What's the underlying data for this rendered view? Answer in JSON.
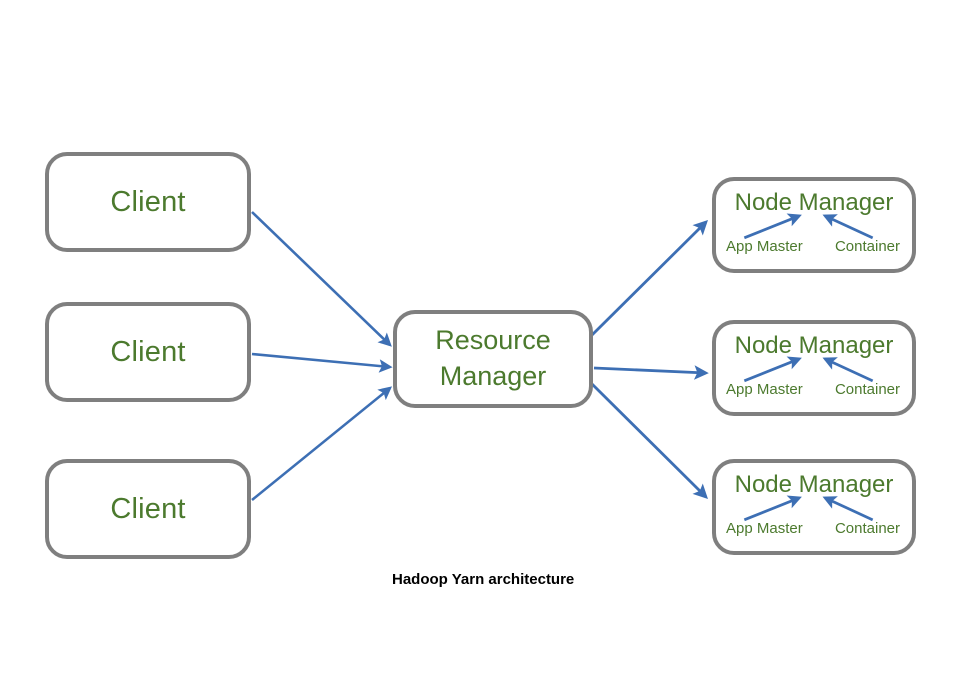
{
  "diagram": {
    "caption": "Hadoop Yarn architecture",
    "colors": {
      "box_border": "#7f7f7f",
      "node_text": "#4c7a2e",
      "arrow": "#3d6fb4",
      "caption_text": "#000000",
      "background": "#ffffff"
    },
    "clients": [
      {
        "label": "Client"
      },
      {
        "label": "Client"
      },
      {
        "label": "Client"
      }
    ],
    "resource_manager": {
      "line1": "Resource",
      "line2": "Manager"
    },
    "node_managers": [
      {
        "title": "Node Manager",
        "app_master": "App Master",
        "container": "Container"
      },
      {
        "title": "Node Manager",
        "app_master": "App Master",
        "container": "Container"
      },
      {
        "title": "Node Manager",
        "app_master": "App Master",
        "container": "Container"
      }
    ],
    "edges": [
      {
        "from": "client-1",
        "to": "resource-manager"
      },
      {
        "from": "client-2",
        "to": "resource-manager"
      },
      {
        "from": "client-3",
        "to": "resource-manager"
      },
      {
        "from": "resource-manager",
        "to": "node-manager-1"
      },
      {
        "from": "resource-manager",
        "to": "node-manager-2"
      },
      {
        "from": "resource-manager",
        "to": "node-manager-3"
      }
    ]
  }
}
